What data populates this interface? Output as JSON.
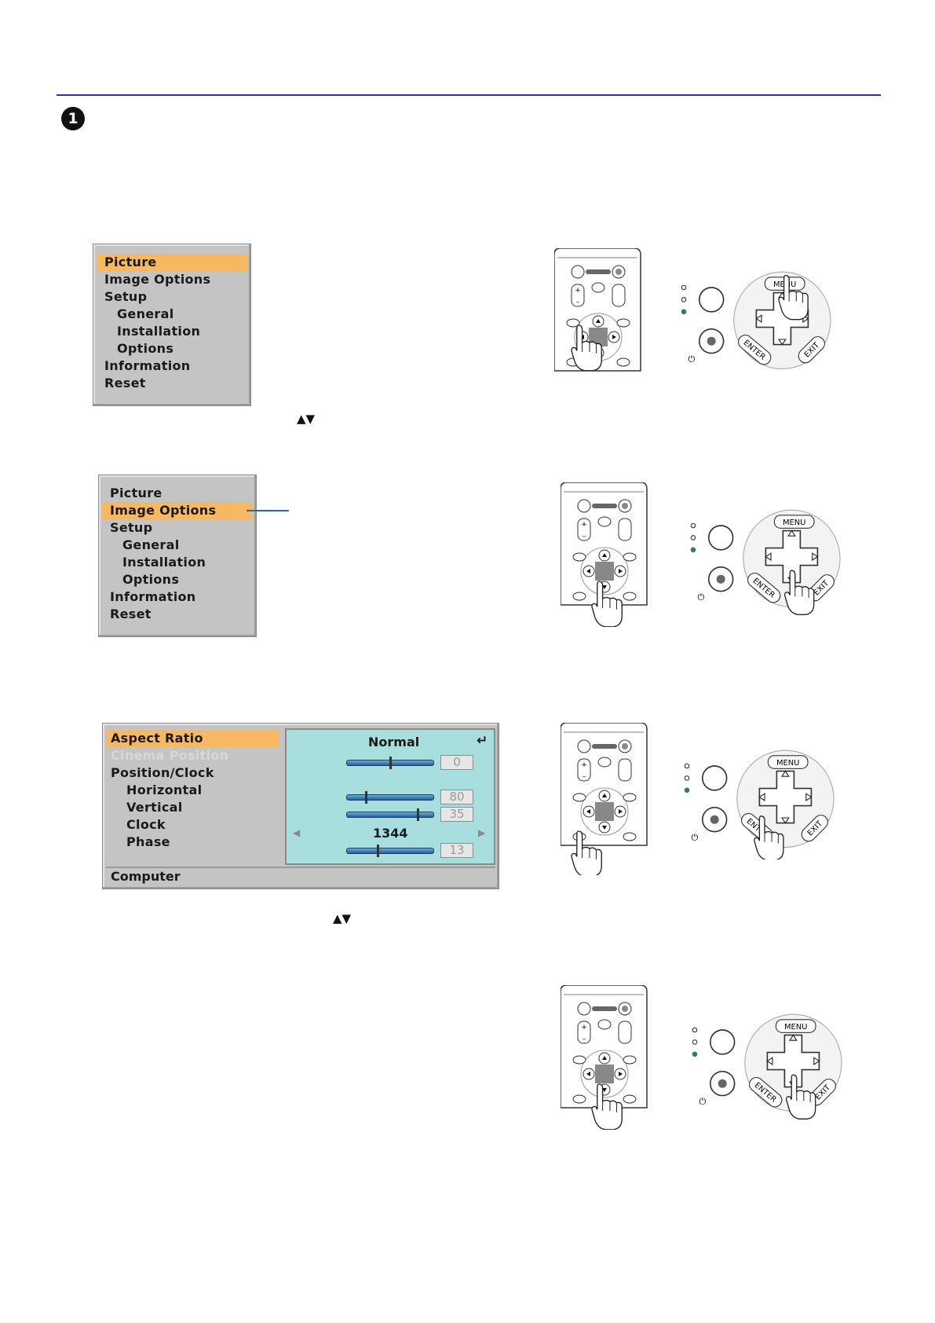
{
  "step_number": "1",
  "menu1": {
    "items": [
      {
        "label": "Picture",
        "sub": false,
        "selected": true
      },
      {
        "label": "Image Options",
        "sub": false,
        "selected": false
      },
      {
        "label": "Setup",
        "sub": false,
        "selected": false
      },
      {
        "label": "General",
        "sub": true,
        "selected": false
      },
      {
        "label": "Installation",
        "sub": true,
        "selected": false
      },
      {
        "label": "Options",
        "sub": true,
        "selected": false
      },
      {
        "label": "Information",
        "sub": false,
        "selected": false
      },
      {
        "label": "Reset",
        "sub": false,
        "selected": false
      }
    ]
  },
  "arrows_hint_1": "▲▼",
  "menu2": {
    "items": [
      {
        "label": "Picture",
        "sub": false,
        "selected": false
      },
      {
        "label": "Image Options",
        "sub": false,
        "selected": true
      },
      {
        "label": "Setup",
        "sub": false,
        "selected": false
      },
      {
        "label": "General",
        "sub": true,
        "selected": false
      },
      {
        "label": "Installation",
        "sub": true,
        "selected": false
      },
      {
        "label": "Options",
        "sub": true,
        "selected": false
      },
      {
        "label": "Information",
        "sub": false,
        "selected": false
      },
      {
        "label": "Reset",
        "sub": false,
        "selected": false
      }
    ]
  },
  "dialog": {
    "rows": [
      {
        "label": "Aspect Ratio",
        "sub": false,
        "selected": true,
        "disabled": false
      },
      {
        "label": "Cinema Position",
        "sub": false,
        "selected": false,
        "disabled": true
      },
      {
        "label": "Position/Clock",
        "sub": false,
        "selected": false,
        "disabled": false
      },
      {
        "label": "Horizontal",
        "sub": true,
        "selected": false,
        "disabled": false
      },
      {
        "label": "Vertical",
        "sub": true,
        "selected": false,
        "disabled": false
      },
      {
        "label": "Clock",
        "sub": true,
        "selected": false,
        "disabled": false
      },
      {
        "label": "Phase",
        "sub": true,
        "selected": false,
        "disabled": false
      }
    ],
    "aspect_value": "Normal",
    "enter_symbol": "↵",
    "cinema_value": "0",
    "horizontal_value": "80",
    "vertical_value": "35",
    "clock_value": "1344",
    "phase_value": "13",
    "cinema_level": 0.5,
    "horizontal_level": 0.22,
    "vertical_level": 0.82,
    "phase_level": 0.35,
    "footer": "Computer"
  },
  "arrows_hint_2": "▲▼",
  "remote_labels": {
    "menu": "MENU",
    "enter": "ENTER",
    "exit": "EXIT"
  }
}
